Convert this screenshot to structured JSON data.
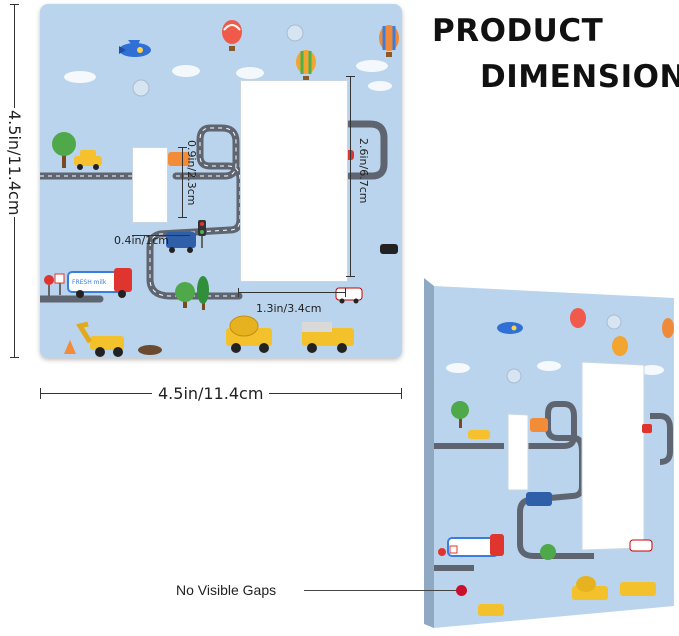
{
  "header": {
    "line1": "PRODUCT",
    "line2": "DIMENSIONS"
  },
  "dimensions": {
    "plate_height": "4.5in/11.4cm",
    "plate_width": "4.5in/11.4cm",
    "toggle_height": "0.9in/2.3cm",
    "toggle_width": "0.4in/1cm",
    "rocker_height": "2.6in/6.7cm",
    "rocker_width": "1.3in/3.4cm"
  },
  "callout": {
    "label": "No Visible Gaps",
    "color": "#c8102e"
  },
  "graphics": {
    "bus_label": "FRESH milk",
    "plate_color": "#b9d4ec",
    "road_color": "#5f6570"
  }
}
